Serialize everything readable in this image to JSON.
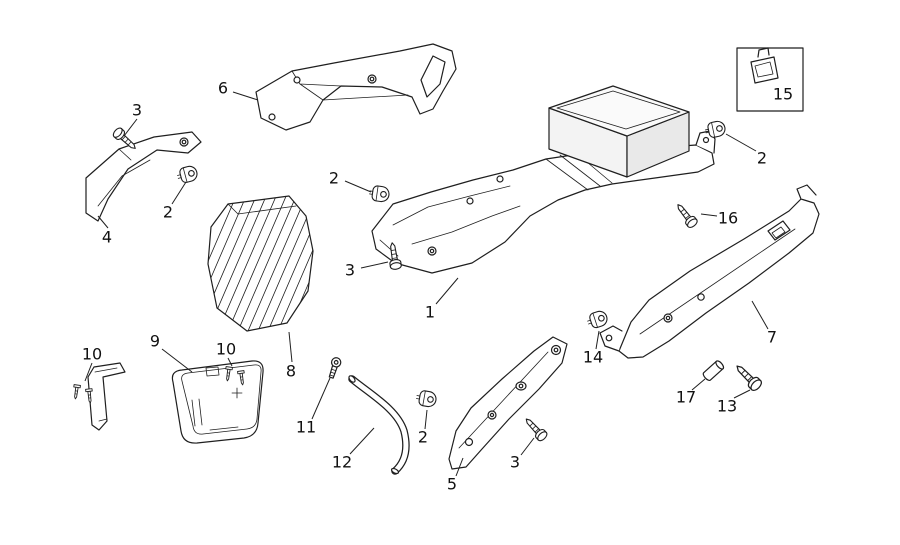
{
  "diagram": {
    "type": "exploded-parts-diagram",
    "background_color": "#ffffff",
    "line_color": "#1f1f1f",
    "callouts": [
      {
        "label": "3",
        "points_to": "pan-head-screw-top-left"
      },
      {
        "label": "6",
        "points_to": "front-top-bracket"
      },
      {
        "label": "2",
        "points_to": "cable-clamp-left"
      },
      {
        "label": "4",
        "points_to": "left-side-bracket"
      },
      {
        "label": "2",
        "points_to": "cable-clamp-center"
      },
      {
        "label": "3",
        "points_to": "pan-head-screw-center"
      },
      {
        "label": "1",
        "points_to": "main-undertray"
      },
      {
        "label": "15",
        "points_to": "inset-box-part"
      },
      {
        "label": "2",
        "points_to": "cable-clamp-top-right"
      },
      {
        "label": "16",
        "points_to": "screw-right"
      },
      {
        "label": "7",
        "points_to": "right-side-panel"
      },
      {
        "label": "14",
        "points_to": "clamp-right-panel"
      },
      {
        "label": "17",
        "points_to": "spacer-bushing"
      },
      {
        "label": "13",
        "points_to": "screw-lower-right"
      },
      {
        "label": "10",
        "points_to": "small-screws-left"
      },
      {
        "label": "9",
        "points_to": "battery-cover"
      },
      {
        "label": "10",
        "points_to": "small-screws-right"
      },
      {
        "label": "8",
        "points_to": "ribbed-mudflap"
      },
      {
        "label": "11",
        "points_to": "hose-fitting"
      },
      {
        "label": "12",
        "points_to": "drain-hose"
      },
      {
        "label": "2",
        "points_to": "cable-clamp-bottom"
      },
      {
        "label": "5",
        "points_to": "lower-rear-bracket"
      },
      {
        "label": "3",
        "points_to": "pan-head-screw-bottom"
      }
    ]
  }
}
